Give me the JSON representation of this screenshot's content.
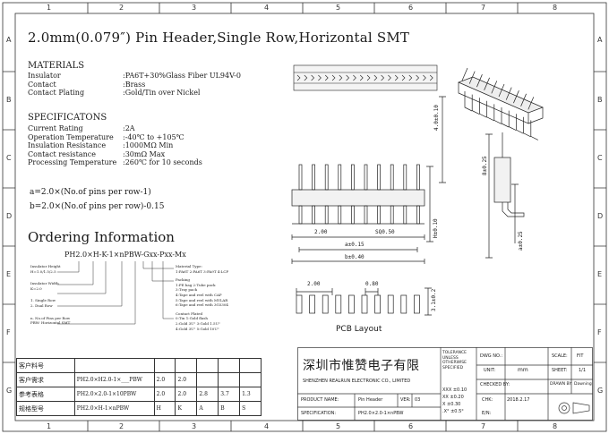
{
  "title": "2.0mm(0.079″) Pin Header,Single Row,Horizontal SMT",
  "zones": {
    "columns": [
      "1",
      "2",
      "3",
      "4",
      "5",
      "6",
      "7",
      "8"
    ],
    "rows": [
      "A",
      "B",
      "C",
      "D",
      "E",
      "F",
      "G"
    ]
  },
  "materials": {
    "heading": "MATERIALS",
    "rows": [
      {
        "label": "Insulator",
        "value": ":PA6T+30%Glass Fiber UL94V-0"
      },
      {
        "label": "Contact",
        "value": ":Brass"
      },
      {
        "label": "Contact Plating",
        "value": ":Gold/Tin over Nickel"
      }
    ]
  },
  "specs": {
    "heading": "SPECIFICATONS",
    "rows": [
      {
        "label": "Current Rating",
        "value": ":2A"
      },
      {
        "label": "Operation Temperature",
        "value": ":-40℃ to +105℃"
      },
      {
        "label": "Insulation Resistance",
        "value": ":1000MΩ Min"
      },
      {
        "label": "Contact resistance",
        "value": ":30mΩ Max"
      },
      {
        "label": "Processing Temperature",
        "value": ":260℃ for 10 seconds"
      }
    ]
  },
  "formulas": {
    "a": "a=2.0×(No.of pins per row-1)",
    "b": "b=2.0×(No.of pins per row)-0.15"
  },
  "ordering": {
    "heading": "Ordering Information",
    "code": "PH2.0×H-K-1×nPBW-Gxx-Pxx-Mx",
    "left_notes": [
      "Insulator Height",
      "H=1.0/1.5/2.5",
      "Insulator Width",
      "K=2.0",
      "1. Single Row",
      "2. Dual Row",
      "n. No.of Pins per Row",
      "PBW: Horizontal SMT"
    ],
    "right_notes": [
      "Material Type:",
      "1:PA6T 2:PA6T 3:PA9T 4:LCP",
      "Packing",
      "1:PE bag   2:Tube pack",
      "3:Tray pack",
      "4:Tape and reel with CAP",
      "5:Tape and reel with MYLAR",
      "6:Tape and reel with 3G5304",
      "Contact Plated",
      "0:Tin        1:Gold flash",
      "2:Gold 3U\"  3:Gold 1.5U\"",
      "4:Gold 3U\"  5:Gold 10U\""
    ]
  },
  "dimensions": {
    "d_10": "4.0±0.10",
    "d_25": "8±0.25",
    "pitch": "2.00",
    "sq": "SQ0.50",
    "a15": "a±0.15",
    "b40": "b±0.40",
    "h10": "H±0.10",
    "a_side": "a±0.25",
    "pcb_pitch": "2.00",
    "pcb_pad": "0.80",
    "pcb_h": "3.1±0.2"
  },
  "pcb_label": "PCB Layout",
  "param_table": {
    "rows": [
      {
        "label": "客户料号",
        "code": "",
        "values": []
      },
      {
        "label": "客户需求",
        "code": "PH2.0×H2.0-1×___PBW",
        "values": [
          "2.0",
          "2.0"
        ]
      },
      {
        "label": "参考表格",
        "code": "PH2.0×2.0-1×10PBW",
        "values": [
          "2.0",
          "2.0",
          "2.8",
          "3.7",
          "1.3"
        ]
      },
      {
        "label": "规格型号",
        "code": "PH2.0×H-1×nPBW",
        "values": [
          "H",
          "K",
          "A",
          "B",
          "S"
        ]
      }
    ]
  },
  "title_block": {
    "company_cn": "深圳市惟赞电子有限",
    "company_en": "SHENZHEN REALRUN ELECTRONIC CO., LIMITED",
    "tolerance_title": "TOLERANCE UNLESS OTHERWISE SPECIFIED",
    "tolerances": [
      "XXX ±0.10",
      "XX  ±0.20",
      "X   ±0.30",
      ".X°  ±0.5°"
    ],
    "dwg_no_label": "DWG NO.:",
    "unit_label": "UNIT:",
    "unit_value": "mm",
    "scale_label": "SCALE:",
    "scale_value": "FIT",
    "sheet_label": "SHEET:",
    "sheet_value": "1/1",
    "drawn_label": "DRAWN BY:",
    "drawn_value": "Dawning",
    "checked_label": "CHECKED BY:",
    "date_value": "2018.2.17",
    "chk_label": "CHK:",
    "epn_label": "E/N:",
    "product_label": "PRODUCT NAME:",
    "product_value": "Pin Header",
    "ver_label": "VER:",
    "ver_value": "03",
    "spec_label": "SPECIFICATION:",
    "spec_value": "PH2.0×2.0-1×nPBW"
  }
}
